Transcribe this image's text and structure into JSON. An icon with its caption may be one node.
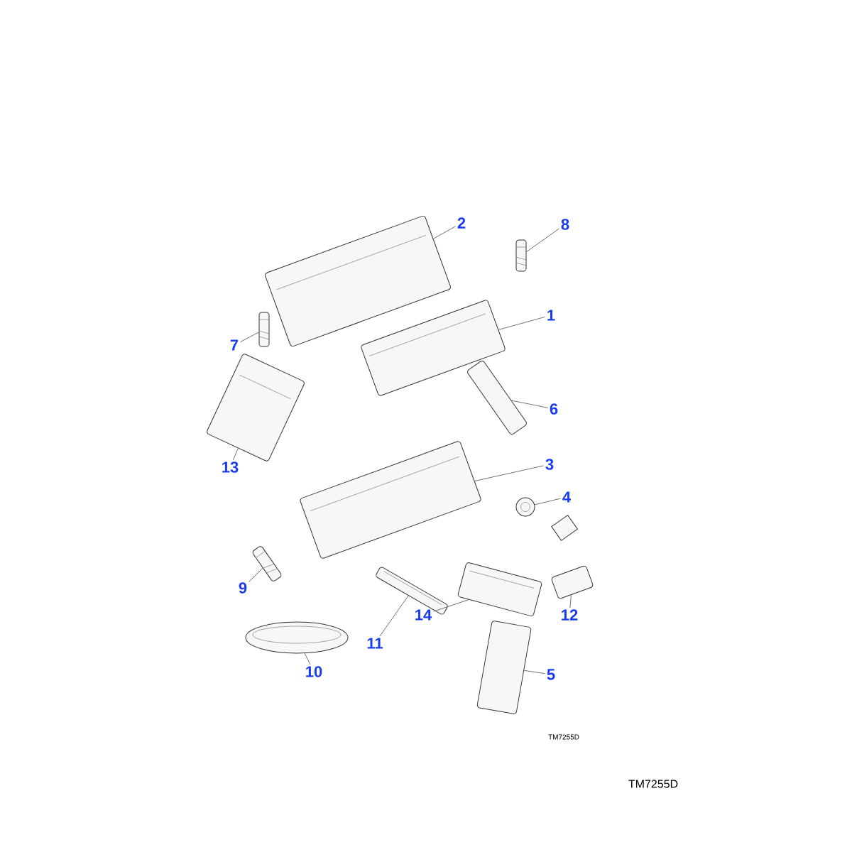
{
  "diagram": {
    "nodes": [
      {
        "text": [
          "1"
        ]
      },
      {
        "text": [
          "2"
        ]
      },
      {
        "text": [
          "3"
        ]
      },
      {
        "text": [
          "4"
        ]
      },
      {
        "text": [
          "5"
        ]
      },
      {
        "text": [
          "6"
        ]
      },
      {
        "text": [
          "7"
        ]
      },
      {
        "text": [
          "8"
        ]
      },
      {
        "text": [
          "9"
        ]
      },
      {
        "text": [
          "10"
        ]
      },
      {
        "text": [
          "11"
        ]
      },
      {
        "text": [
          "12"
        ]
      },
      {
        "text": [
          "13"
        ]
      },
      {
        "text": [
          "14"
        ]
      },
      {
        "text": [],
        "shape": "picture"
      },
      {
        "text": [],
        "shape": "picture"
      },
      {
        "text": [],
        "shape": "picture"
      },
      {
        "text": [],
        "shape": "picture"
      },
      {
        "text": [],
        "shape": "picture"
      },
      {
        "text": [],
        "shape": "picture"
      },
      {
        "text": [],
        "shape": "picture"
      },
      {
        "text": [],
        "shape": "picture"
      },
      {
        "text": [],
        "shape": "picture"
      },
      {
        "text": [],
        "shape": "picture"
      },
      {
        "text": [],
        "shape": "picture"
      },
      {
        "text": [],
        "shape": "picture"
      },
      {
        "text": [],
        "shape": "picture"
      },
      {
        "text": [],
        "shape": "picture"
      }
    ],
    "edges": [
      {
        "from": 0,
        "to": 14,
        "arrow": "none"
      },
      {
        "from": 1,
        "to": 15,
        "arrow": "none"
      },
      {
        "from": 2,
        "to": 16,
        "arrow": "none"
      },
      {
        "from": 3,
        "to": 17,
        "arrow": "none"
      },
      {
        "from": 4,
        "to": 18,
        "arrow": "none"
      },
      {
        "from": 5,
        "to": 19,
        "arrow": "none"
      },
      {
        "from": 6,
        "to": 20,
        "arrow": "none"
      },
      {
        "from": 7,
        "to": 21,
        "arrow": "none"
      },
      {
        "from": 8,
        "to": 22,
        "arrow": "none"
      },
      {
        "from": 9,
        "to": 23,
        "arrow": "none"
      },
      {
        "from": 10,
        "to": 24,
        "arrow": "none"
      },
      {
        "from": 11,
        "to": 25,
        "arrow": "none"
      },
      {
        "from": 12,
        "to": 26,
        "arrow": "none"
      },
      {
        "from": 13,
        "to": 27,
        "arrow": "none"
      }
    ],
    "labels": [
      "TM7255D",
      "TM7255D"
    ]
  }
}
